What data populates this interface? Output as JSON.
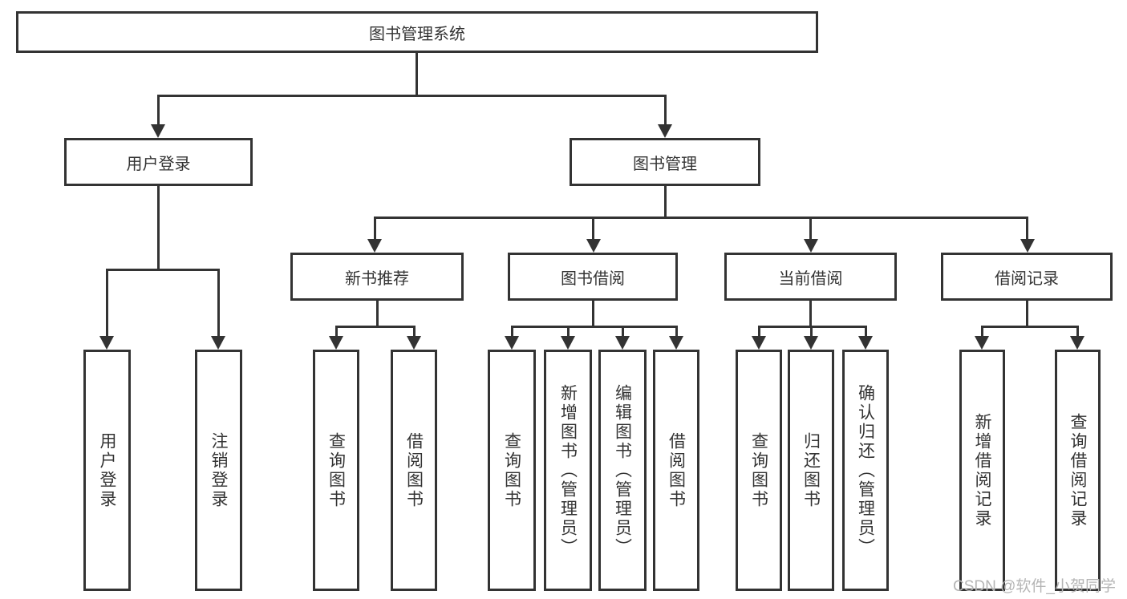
{
  "tree": {
    "label": "图书管理系统",
    "children": [
      {
        "label": "用户登录",
        "children": [
          {
            "label": "用户登录"
          },
          {
            "label": "注销登录"
          }
        ]
      },
      {
        "label": "图书管理",
        "children": [
          {
            "label": "新书推荐",
            "children": [
              {
                "label": "查询图书"
              },
              {
                "label": "借阅图书"
              }
            ]
          },
          {
            "label": "图书借阅",
            "children": [
              {
                "label": "查询图书"
              },
              {
                "label": "新增图书（管理员）"
              },
              {
                "label": "编辑图书（管理员）"
              },
              {
                "label": "借阅图书"
              }
            ]
          },
          {
            "label": "当前借阅",
            "children": [
              {
                "label": "查询图书"
              },
              {
                "label": "归还图书"
              },
              {
                "label": "确认归还（管理员）"
              }
            ]
          },
          {
            "label": "借阅记录",
            "children": [
              {
                "label": "新增借阅记录"
              },
              {
                "label": "查询借阅记录"
              }
            ]
          }
        ]
      }
    ]
  },
  "watermark": {
    "text": "CSDN @软件_小贺同学"
  },
  "colors": {
    "line": "#333333",
    "text": "#333333",
    "watermark": "#b5b5b5",
    "background": "#ffffff"
  }
}
